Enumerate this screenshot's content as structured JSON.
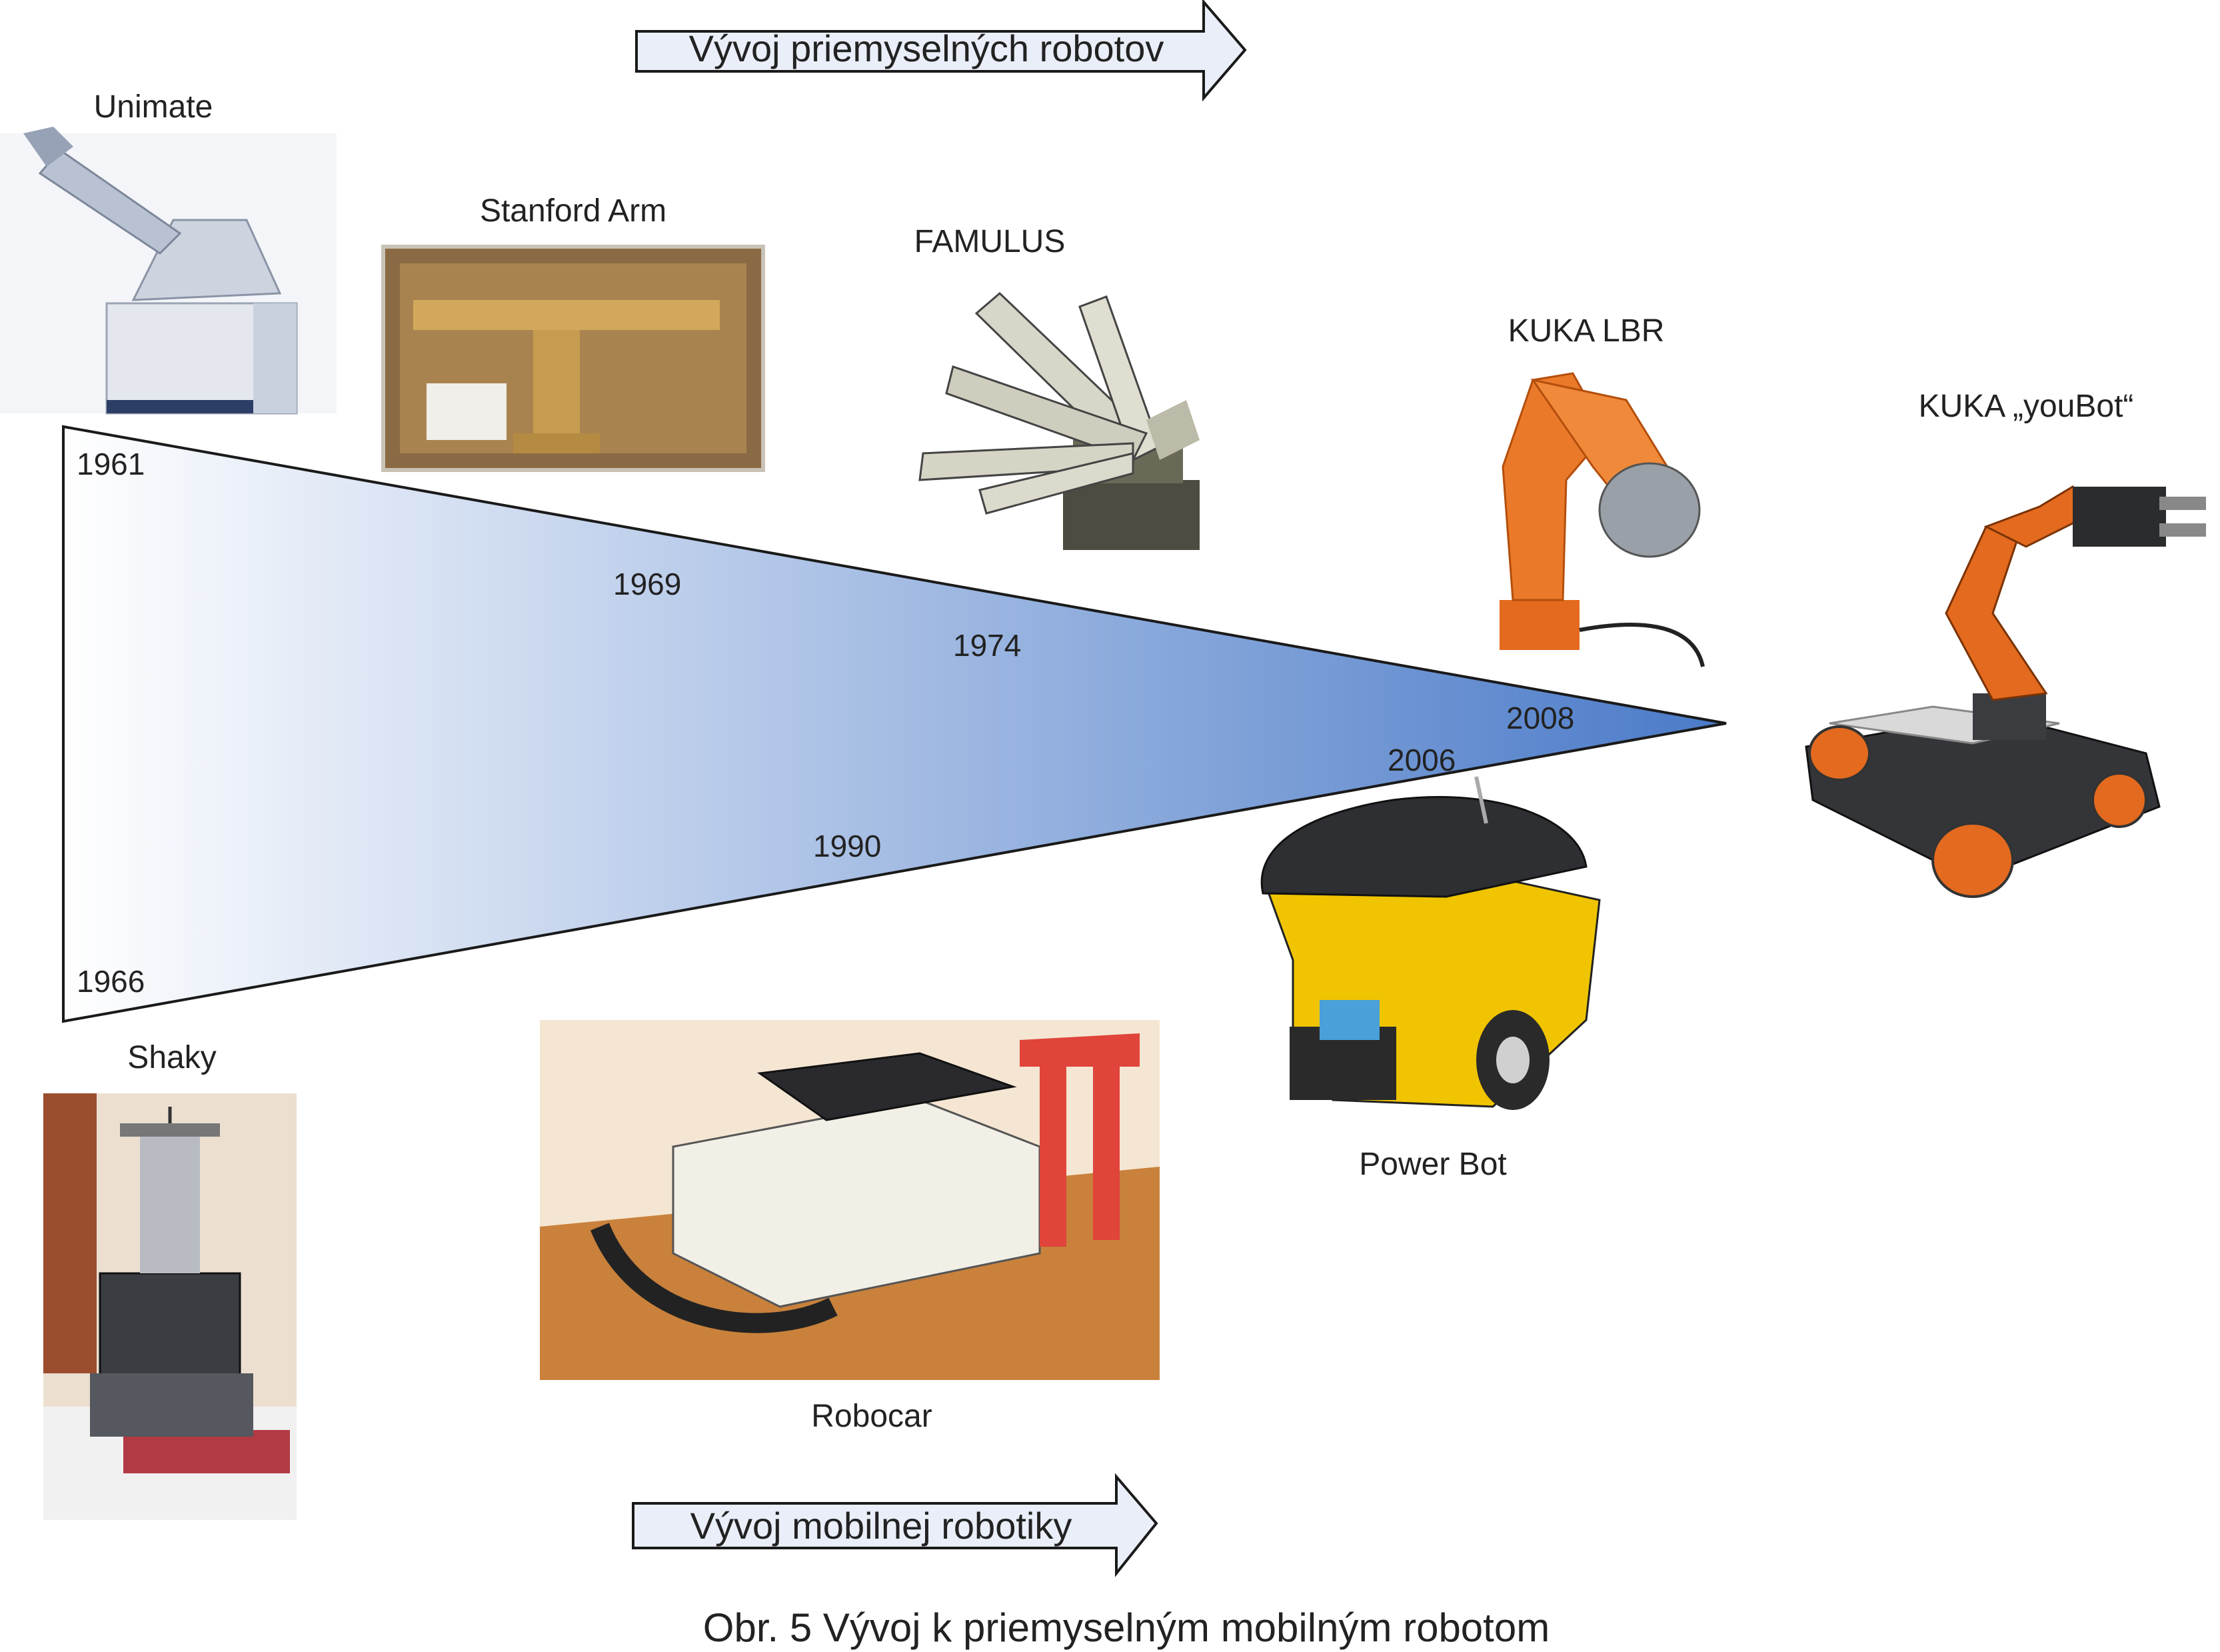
{
  "arrows": {
    "industrial": "Vývoj priemyselných robotov",
    "mobile": "Vývoj mobilnej robotiky"
  },
  "robots": {
    "unimate": "Unimate",
    "stanford_arm": "Stanford Arm",
    "famulus": "FAMULUS",
    "kuka_lbr": "KUKA LBR",
    "kuka_youbot": "KUKA „youBot“",
    "power_bot": "Power Bot",
    "robocar": "Robocar",
    "shaky": "Shaky"
  },
  "years": {
    "y1961": "1961",
    "y1966": "1966",
    "y1969": "1969",
    "y1974": "1974",
    "y1990": "1990",
    "y2006": "2006",
    "y2008": "2008"
  },
  "caption": "Obr. 5 Vývoj k priemyselným mobilným robotom",
  "colors": {
    "gradient_start": "#ffffff",
    "gradient_end": "#4a7ac8",
    "arrow_fill": "#e9eef8",
    "stroke": "#1a1a1a",
    "orange": "#e86a1c"
  }
}
